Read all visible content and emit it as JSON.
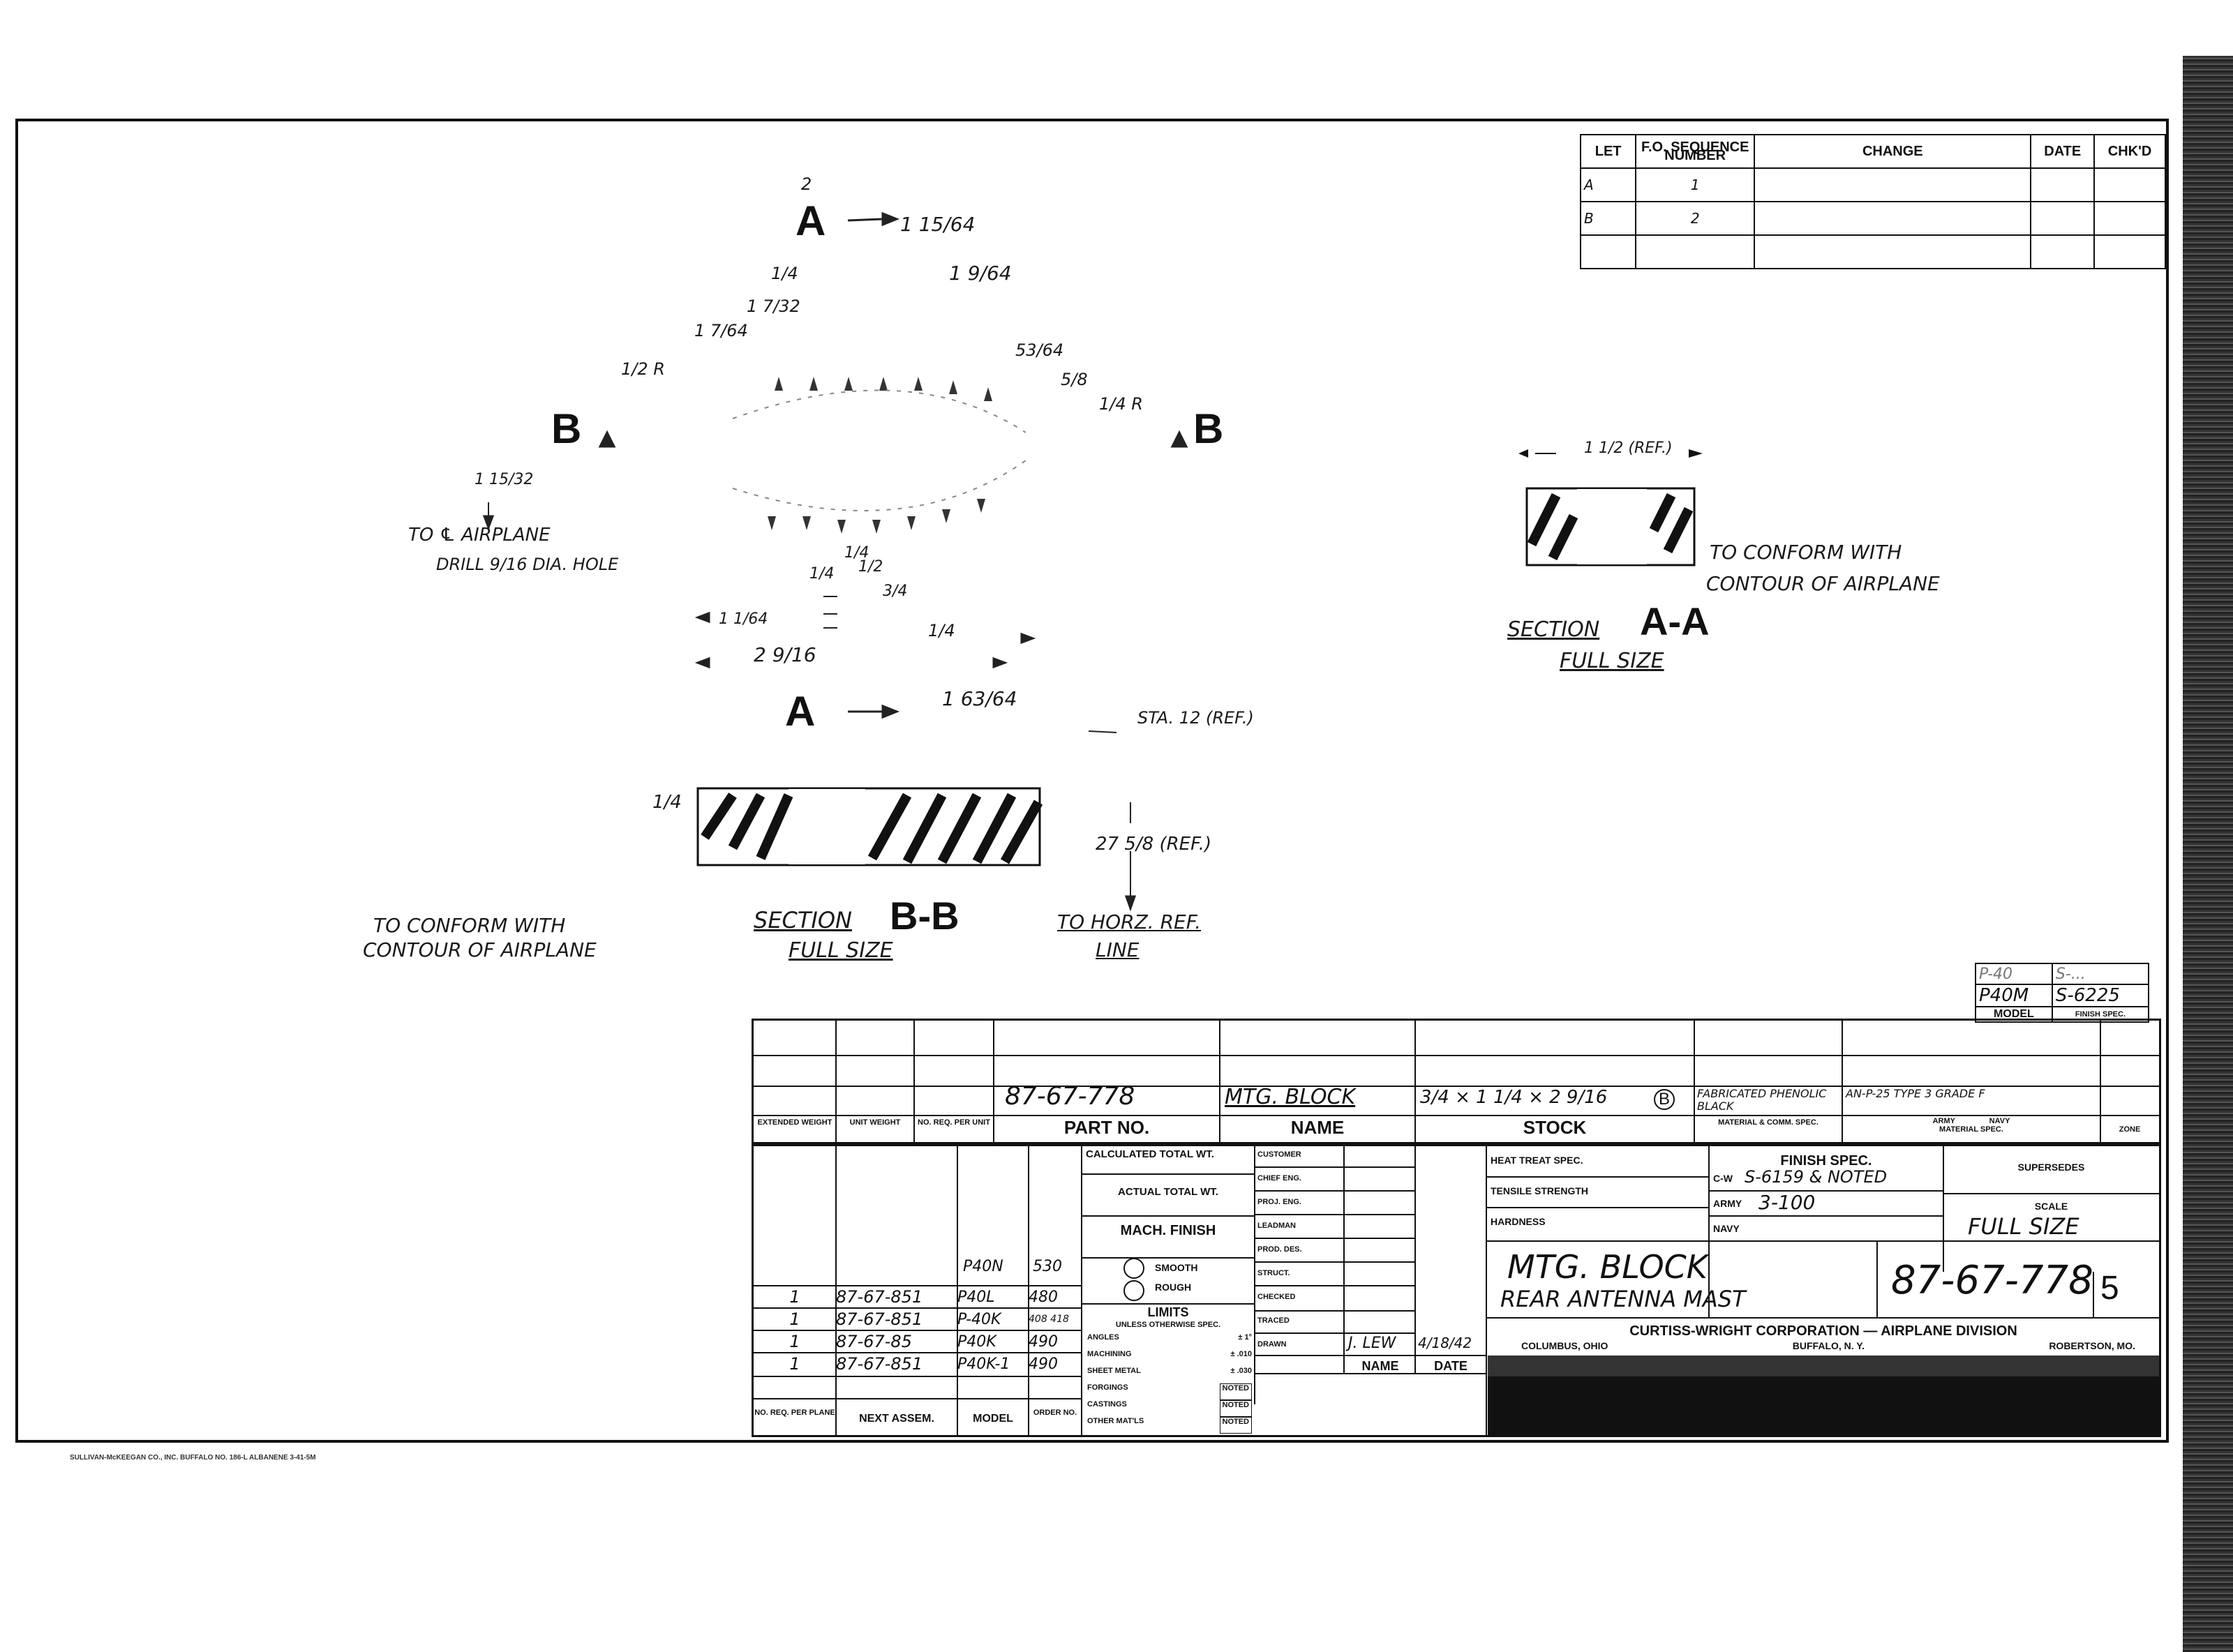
{
  "revision_block": {
    "headers": [
      "LET",
      "F.O.",
      "SEQUENCE NUMBER",
      "CHANGE",
      "DATE",
      "CHK'D"
    ],
    "rows": [
      {
        "let": "A",
        "seq": "1"
      },
      {
        "let": "B",
        "seq": "2"
      }
    ]
  },
  "drawing": {
    "section_markers": {
      "a": "A",
      "b": "B",
      "rev_tag": "2"
    },
    "dims": {
      "d_1_15_64": "1 15/64",
      "d_1_9_64": "1 9/64",
      "d_1_4": "1/4",
      "d_1_7_32": "1 7/32",
      "d_1_7_64": "1 7/64",
      "d_1_2_r": "1/2 R",
      "d_53_64": "53/64",
      "d_5_8": "5/8",
      "d_1_4_r": "1/4 R",
      "d_1_15_32": "1 15/32",
      "d_1_4b": "1/4",
      "d_1_4c": "1/4",
      "d_1_2": "1/2",
      "d_3_4": "3/4",
      "d_1_1_64": "1 1/64",
      "d_1_4d": "1/4",
      "d_2_9_16": "2 9/16",
      "d_1_63_64": "1 63/64",
      "d_1_4e": "1/4"
    },
    "notes": {
      "to_cl_airplane": "TO ℄ AIRPLANE",
      "drill": "DRILL 9/16 DIA. HOLE",
      "sta": "STA. 12 (REF.)",
      "ref_27": "27 5/8 (REF.)",
      "to_horz": "TO HORZ. REF.",
      "line": "LINE",
      "conform_left_1": "TO CONFORM WITH",
      "conform_left_2": "CONTOUR OF AIRPLANE",
      "section_bb": "SECTION",
      "bb": "B-B",
      "full_size_b": "FULL SIZE",
      "ref_112": "1 1/2 (REF.)",
      "conform_right_1": "TO CONFORM WITH",
      "conform_right_2": "CONTOUR OF AIRPLANE",
      "section_aa": "SECTION",
      "aa": "A-A",
      "full_size_a": "FULL SIZE"
    }
  },
  "model_box": {
    "m1": "P-40",
    "s1": "S-...",
    "m2": "P40M",
    "s2": "S-6225",
    "model_label": "MODEL",
    "finish_label": "FINISH SPEC."
  },
  "parts_list": {
    "part_no": "87-67-778",
    "name": "MTG. BLOCK",
    "stock": "3/4 × 1 1/4 × 2 9/16",
    "stock_mark": "B",
    "material": "FABRICATED PHENOLIC BLACK",
    "spec": "AN-P-25 TYPE 3 GRADE F",
    "headers": {
      "ext_weight": "EXTENDED WEIGHT",
      "unit_weight": "UNIT WEIGHT",
      "no_req": "NO. REQ. PER UNIT",
      "part_no": "PART NO.",
      "name": "NAME",
      "stock": "STOCK",
      "material": "MATERIAL & COMM. SPEC.",
      "army": "ARMY",
      "navy": "NAVY",
      "mat_spec": "MATERIAL SPEC.",
      "zone": "ZONE"
    }
  },
  "title_block": {
    "calc_total": "CALCULATED TOTAL WT.",
    "actual_total": "ACTUAL TOTAL WT.",
    "mach_finish": "MACH. FINISH",
    "smooth": "SMOOTH",
    "rough": "ROUGH",
    "limits": "LIMITS",
    "unless": "UNLESS OTHERWISE SPEC.",
    "tol_rows": [
      {
        "label": "ANGLES",
        "val": "± 1°"
      },
      {
        "label": "MACHINING",
        "val": "± .010"
      },
      {
        "label": "SHEET METAL",
        "val": "± .030"
      },
      {
        "label": "FORGINGS",
        "val": "NOTED"
      },
      {
        "label": "CASTINGS",
        "val": "NOTED"
      },
      {
        "label": "OTHER MAT'LS",
        "val": "NOTED"
      }
    ],
    "roles": [
      "CUSTOMER",
      "CHIEF ENG.",
      "PROJ. ENG.",
      "LEADMAN",
      "PROD. DES.",
      "STRUCT.",
      "CHECKED",
      "TRACED",
      "DRAWN"
    ],
    "drawn_name": "J. LEW",
    "drawn_date": "4/18/42",
    "name_label": "NAME",
    "date_label": "DATE",
    "heat_treat": "HEAT TREAT SPEC.",
    "tensile": "TENSILE STRENGTH",
    "hardness": "HARDNESS",
    "finish_spec": "FINISH SPEC.",
    "supersedes": "SUPERSEDES",
    "cw_label": "C-W",
    "cw_val": "S-6159 & NOTED",
    "army_label": "ARMY",
    "army_val": "3-100",
    "navy_label": "NAVY",
    "scale_label": "SCALE",
    "scale_val": "FULL SIZE",
    "title_1": "MTG. BLOCK",
    "title_2": "REAR ANTENNA MAST",
    "dwg_no": "87-67-778",
    "size": "5",
    "company": "CURTISS-WRIGHT CORPORATION — AIRPLANE DIVISION",
    "city_1": "COLUMBUS, OHIO",
    "city_2": "BUFFALO, N. Y.",
    "city_3": "ROBERTSON, MO.",
    "next_assem_rows": [
      {
        "qty": "1",
        "assem": "87-67-851",
        "model": "P40L",
        "order": "480"
      },
      {
        "qty": "1",
        "assem": "87-67-851",
        "model": "P-40K",
        "order": "408 418"
      },
      {
        "qty": "1",
        "assem": "87-67-85",
        "model": "P40K",
        "order": "490"
      },
      {
        "qty": "1",
        "assem": "87-67-851",
        "model": "P40K-1",
        "order": "490"
      }
    ],
    "extra_model": "P40N",
    "extra_order": "530",
    "col_no_req": "NO. REQ. PER PLANE",
    "col_next": "NEXT ASSEM.",
    "col_model": "MODEL",
    "col_order": "ORDER NO."
  },
  "footer_print": "SULLIVAN-McKEEGAN CO., INC. BUFFALO  NO. 186-L ALBANENE  3-41-5M"
}
